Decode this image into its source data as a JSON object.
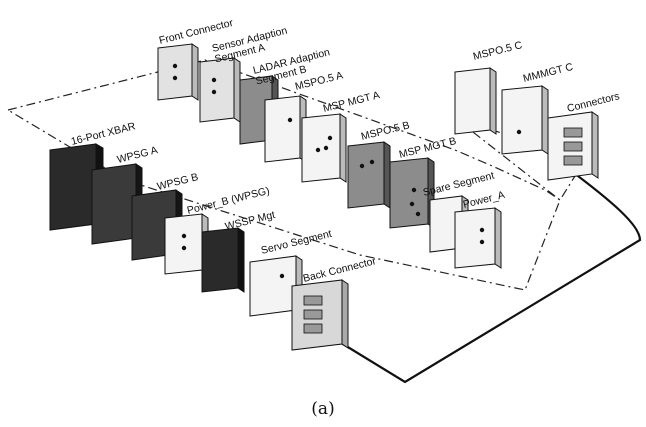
{
  "caption": "(a)",
  "modules": [
    {
      "label": "Front Connector"
    },
    {
      "label": "Sensor Adaption\nSegment A"
    },
    {
      "label": "LADAR Adaption\nSegment B"
    },
    {
      "label": "MSPO.5 A"
    },
    {
      "label": "MSP MGT A"
    },
    {
      "label": "MSPO.5 B"
    },
    {
      "label": "MSP MGT B"
    },
    {
      "label": "Spare Segment"
    },
    {
      "label": "Power_A"
    },
    {
      "label": "MSPO.5 C"
    },
    {
      "label": "MMMGT C"
    },
    {
      "label": "Connectors"
    },
    {
      "label": "16-Port XBAR"
    },
    {
      "label": "WPSG A"
    },
    {
      "label": "WPSG B"
    },
    {
      "label": "Power_B (WPSG)"
    },
    {
      "label": "WSSP Mgt"
    },
    {
      "label": "Servo Segment"
    },
    {
      "label": "Back Connector"
    }
  ],
  "colors": {
    "white": "#f4f4f4",
    "light": "#e2e2e2",
    "mid": "#8c8c8c",
    "dark": "#2a2a2a",
    "stroke": "#111111"
  }
}
